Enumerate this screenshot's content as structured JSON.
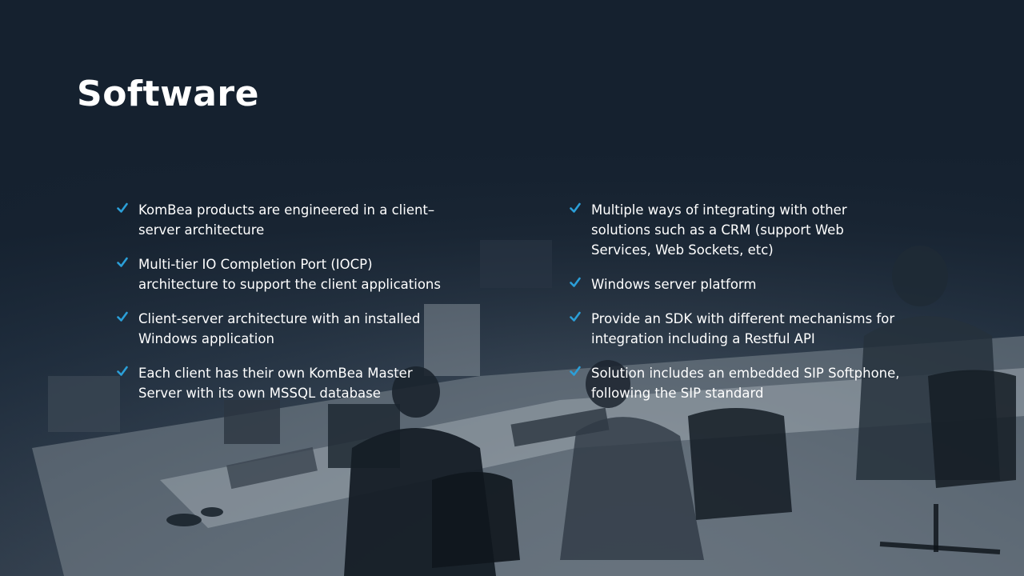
{
  "slide": {
    "title": "Software",
    "left_items": [
      {
        "text": "KomBea products  are engineered in a client–\nserver architecture"
      },
      {
        "text": "Multi-tier IO Completion Port (IOCP)\narchitecture  to support the client applications"
      },
      {
        "text": "Client-server architecture  with an installed\nWindows application"
      },
      {
        "text": "Each client has their own KomBea Master\nServer with its own MSSQL database"
      }
    ],
    "right_items": [
      {
        "text": "Multiple ways of integrating  with other\nsolutions such as a CRM (support Web\nServices, Web Sockets, etc)"
      },
      {
        "text": "Windows server platform"
      },
      {
        "text": "Provide an SDK with different mechanisms for\nintegration  including  a Restful API"
      },
      {
        "text": "Solution includes an embedded SIP Softphone,\nfollowing the SIP standard"
      }
    ]
  },
  "colors": {
    "background": "#152232",
    "text": "#ffffff",
    "check_accent": "#2b9fd8"
  },
  "icons": {
    "bullet": "checkmark-icon",
    "background_photo": "office-photo-image"
  }
}
